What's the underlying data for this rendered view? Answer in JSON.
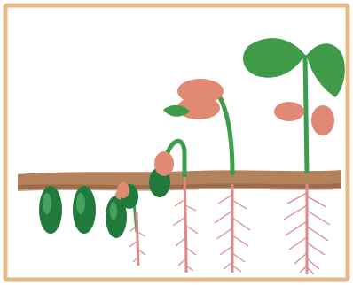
{
  "figure": {
    "subject": "seed-germination-stages",
    "stages": [
      {
        "id": "seed-1",
        "kind": "seed"
      },
      {
        "id": "seed-2",
        "kind": "seed"
      },
      {
        "id": "seed-3",
        "kind": "seed-with-radicle"
      },
      {
        "id": "stage-4",
        "kind": "hypocotyl-hook"
      },
      {
        "id": "stage-5",
        "kind": "seedling-emerging-hook"
      },
      {
        "id": "stage-6",
        "kind": "seedling-cotyledons-opening"
      },
      {
        "id": "stage-7",
        "kind": "young-plant-true-leaves"
      }
    ],
    "colors": {
      "frame": "#e6b98a",
      "soil": "#b5825e",
      "soil_dark": "#8e5e3e",
      "seed": "#1f7a3c",
      "seed_light": "#56b46e",
      "stem": "#3d9d4a",
      "leaf": "#3f9b48",
      "cotyledon": "#e08a75",
      "root": "#d98b8b"
    }
  }
}
